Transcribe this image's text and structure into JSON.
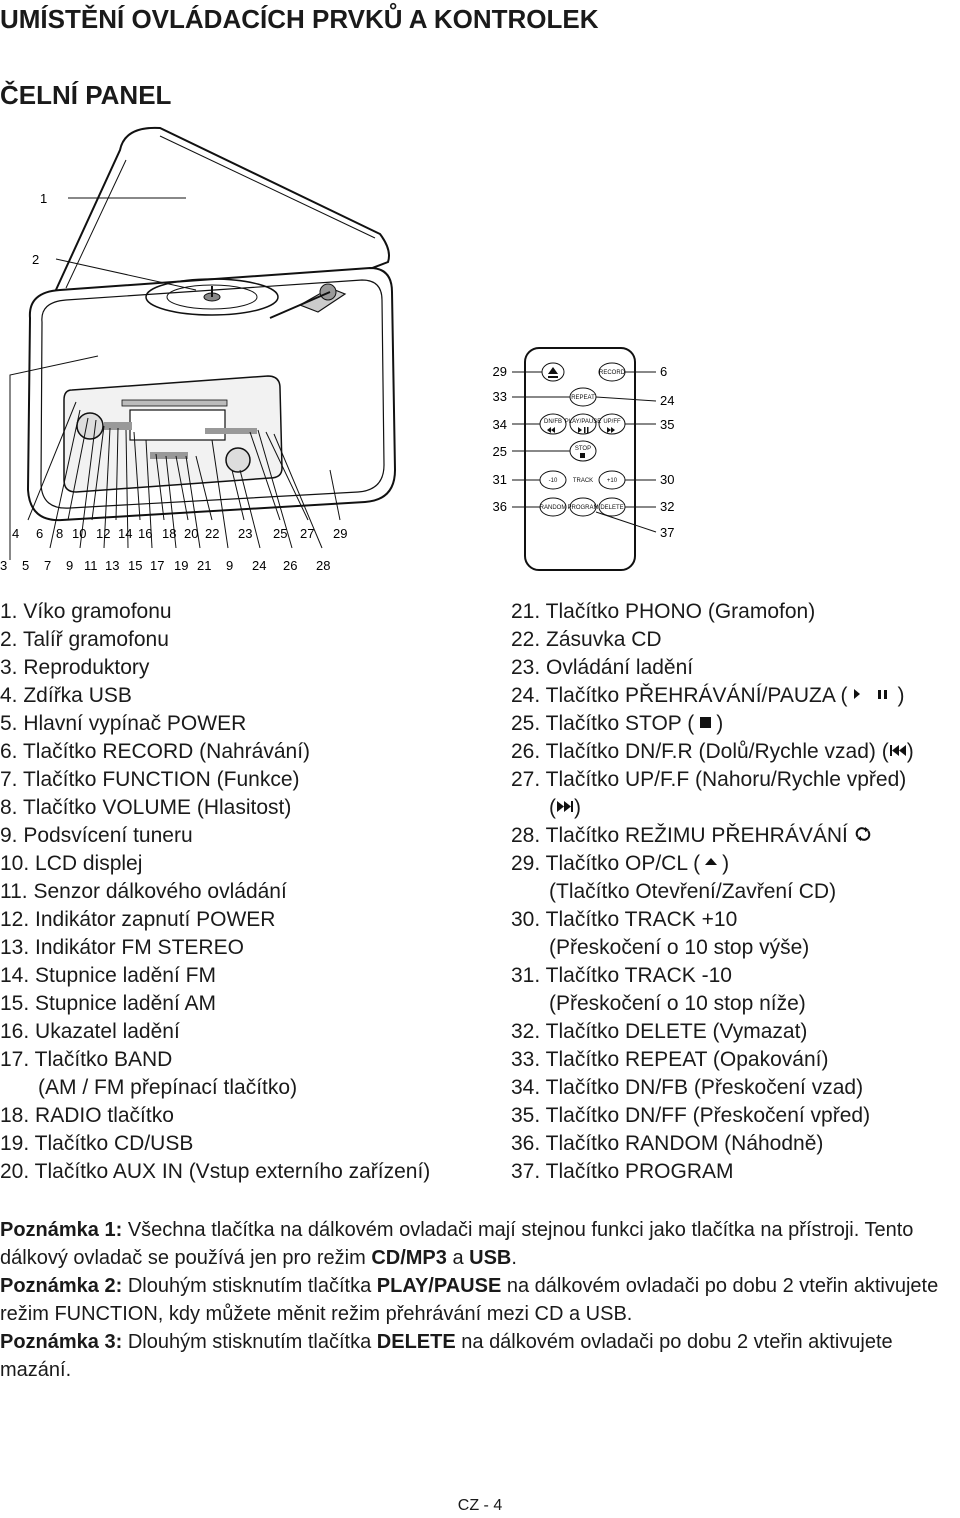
{
  "heading": "UMÍSTĚNÍ OVLÁDACÍCH PRVKŮ A KONTROLEK",
  "subheading": "ČELNÍ PANEL",
  "figure": {
    "callouts_top": [
      "1",
      "2"
    ],
    "callouts_bottom_row1": [
      "4",
      "6",
      "8",
      "10",
      "12",
      "14",
      "16",
      "18",
      "20",
      "22",
      "23",
      "25",
      "27",
      "29"
    ],
    "callouts_bottom_row2": [
      "3",
      "5",
      "7",
      "9",
      "11",
      "13",
      "15",
      "17",
      "19",
      "21",
      "9",
      "24",
      "26",
      "28"
    ],
    "remote_left_numbers": [
      "29",
      "33",
      "34",
      "25",
      "31",
      "36"
    ],
    "remote_right_numbers": [
      "6",
      "24",
      "35",
      "30",
      "32",
      "37"
    ],
    "remote_buttons": {
      "record": "RECORD",
      "repeat": "REPEAT",
      "dnfb": "DN/FB",
      "playpause": "PLAY/PAUSE",
      "upff": "UP/FF",
      "stop": "STOP",
      "minus10": "-10",
      "track": "TRACK",
      "plus10": "+10",
      "random": "RANDOM",
      "program": "PROGRAM",
      "delete": "DELETE"
    }
  },
  "list_left": [
    "1.  Víko gramofonu",
    "2.  Talíř gramofonu",
    "3.  Reproduktory",
    "4.  Zdířka USB",
    "5.  Hlavní vypínač POWER",
    "6.  Tlačítko RECORD (Nahrávání)",
    "7.  Tlačítko FUNCTION (Funkce)",
    "8.  Tlačítko VOLUME (Hlasitost)",
    "9.  Podsvícení tuneru",
    "10. LCD displej",
    "11. Senzor dálkového ovládání",
    "12. Indikátor zapnutí POWER",
    "13. Indikátor FM STEREO",
    "14. Stupnice ladění FM",
    "15. Stupnice ladění AM",
    "16. Ukazatel ladění",
    "17. Tlačítko BAND",
    "(AM / FM přepínací tlačítko)",
    "18. RADIO tlačítko",
    "19. Tlačítko CD/USB",
    "20. Tlačítko AUX IN (Vstup externího zařízení)"
  ],
  "list_right": {
    "i21": "21. Tlačítko PHONO (Gramofon)",
    "i22": "22. Zásuvka CD",
    "i23": "23. Ovládání ladění",
    "i24": "24. Tlačítko PŘEHRÁVÁNÍ/PAUZA (",
    "i25": "25. Tlačítko STOP (",
    "i26": "26. Tlačítko DN/F.R (Dolů/Rychle vzad) (",
    "i27": "27. Tlačítko UP/F.F (Nahoru/Rychle vpřed)",
    "i28": "28. Tlačítko REŽIMU PŘEHRÁVÁNÍ",
    "i29": "29. Tlačítko OP/CL (",
    "i29b": "(Tlačítko Otevření/Zavření CD)",
    "i30": "30. Tlačítko TRACK +10",
    "i30b": "(Přeskočení o 10 stop výše)",
    "i31": "31. Tlačítko TRACK -10",
    "i31b": "(Přeskočení o 10 stop  níže)",
    "i32": "32. Tlačítko DELETE (Vymazat)",
    "i33": "33. Tlačítko REPEAT (Opakování)",
    "i34": "34. Tlačítko DN/FB (Přeskočení vzad)",
    "i35": "35. Tlačítko DN/FF (Přeskočení vpřed)",
    "i36": "36. Tlačítko RANDOM (Náhodně)",
    "i37": "37. Tlačítko PROGRAM"
  },
  "notes": {
    "n1_label": "Poznámka 1:",
    "n1_text_a": " Všechna tlačítka na dálkovém ovladači mají stejnou funkci jako tlačítka na přístroji. Tento dálkový ovladač se používá jen pro režim ",
    "n1_bold_a": "CD/MP3",
    "n1_text_b": " a ",
    "n1_bold_b": "USB",
    "n1_text_c": ".",
    "n2_label": "Poznámka 2:",
    "n2_text_a": " Dlouhým stisknutím tlačítka ",
    "n2_bold": "PLAY/PAUSE",
    "n2_text_b": " na dálkovém ovladači po dobu 2 vteřin aktivujete režim FUNCTION, kdy můžete měnit režim přehrávání mezi CD a USB.",
    "n3_label": "Poznámka 3:",
    "n3_text_a": " Dlouhým stisknutím tlačítka ",
    "n3_bold": "DELETE",
    "n3_text_b": " na dálkovém ovladači po dobu 2 vteřin aktivujete mazání."
  },
  "footer": "CZ - 4"
}
